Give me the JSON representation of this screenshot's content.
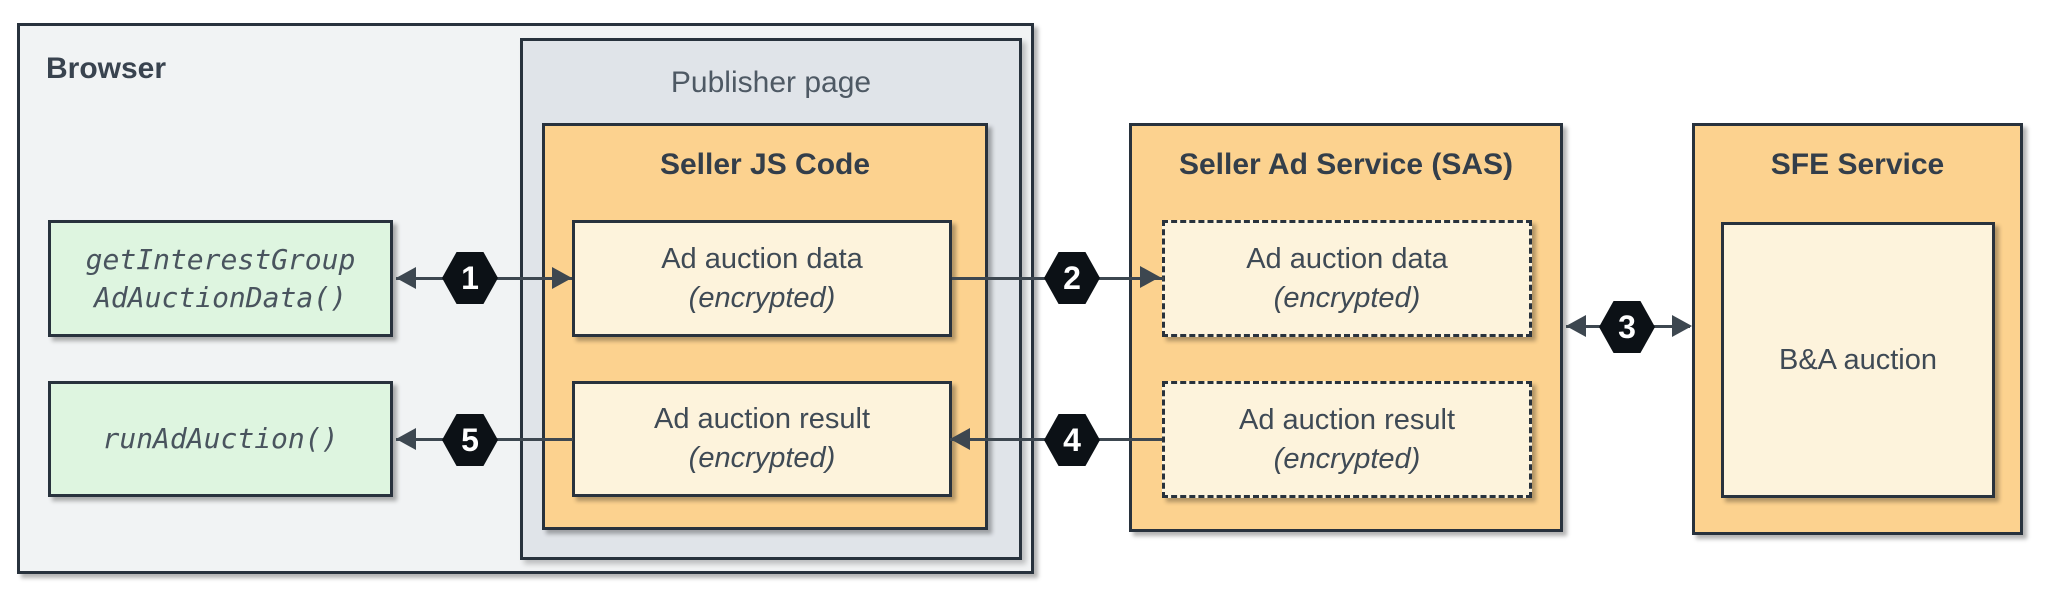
{
  "colors": {
    "canvas_bg": "#ffffff",
    "browser_fill": "#f1f3f4",
    "publisher_fill": "#e0e4e9",
    "service_fill": "#fcd28f",
    "cell_fill": "#fdf3dc",
    "api_fill": "#def5e0",
    "border": "#28323d",
    "connector": "#3d4750",
    "hexagon_fill": "#0c1116",
    "hexagon_text": "#ffffff",
    "title_text": "#333e4a",
    "label_text": "#4e5964"
  },
  "browser": {
    "label": "Browser",
    "calls": [
      {
        "lines": [
          "getInterestGroup",
          "AdAuctionData()"
        ]
      },
      {
        "lines": [
          "runAdAuction()"
        ]
      }
    ]
  },
  "publisher": {
    "label": "Publisher page",
    "seller_js": {
      "title": "Seller JS Code",
      "boxes": [
        {
          "title": "Ad auction data",
          "subtitle": "(encrypted)"
        },
        {
          "title": "Ad auction result",
          "subtitle": "(encrypted)"
        }
      ]
    }
  },
  "sas": {
    "title": "Seller Ad Service (SAS)",
    "boxes": [
      {
        "title": "Ad auction data",
        "subtitle": "(encrypted)"
      },
      {
        "title": "Ad auction result",
        "subtitle": "(encrypted)"
      }
    ]
  },
  "sfe": {
    "title": "SFE Service",
    "auction_label": "B&A auction"
  },
  "steps": [
    "1",
    "2",
    "3",
    "4",
    "5"
  ]
}
